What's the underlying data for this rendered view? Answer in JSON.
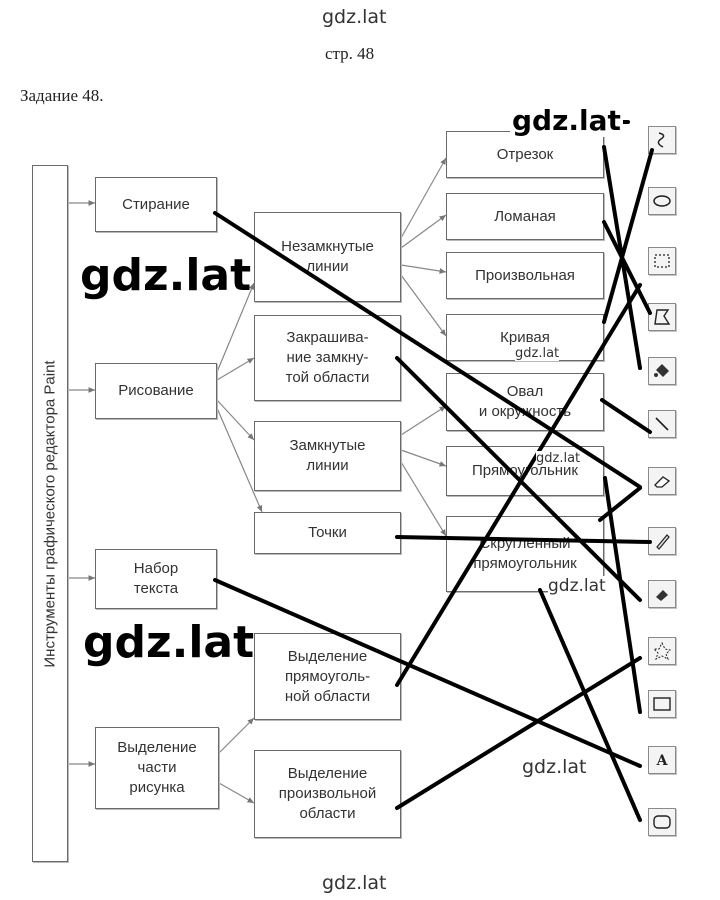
{
  "header": {
    "watermark_top": "gdz.lat",
    "page_label": "стр. 48"
  },
  "task_title": "Задание 48.",
  "diagram": {
    "vertical_label": "Инструменты графического редактора Paint",
    "level1": {
      "erase": "Стирание",
      "draw": "Рисование",
      "text_line1": "Набор",
      "text_line2": "текста",
      "select_line1": "Выделение",
      "select_line2": "части",
      "select_line3": "рисунка"
    },
    "level2": {
      "open_line1": "Незамкнутые",
      "open_line2": "линии",
      "fill_line1": "Закрашива-",
      "fill_line2": "ние замкну-",
      "fill_line3": "той области",
      "closed_line1": "Замкнутые",
      "closed_line2": "линии",
      "points": "Точки",
      "selrect_line1": "Выделение",
      "selrect_line2": "прямоуголь-",
      "selrect_line3": "ной области",
      "selfree_line1": "Выделение",
      "selfree_line2": "произвольной",
      "selfree_line3": "области"
    },
    "level3": {
      "segment": "Отрезок",
      "polyline": "Ломаная",
      "freeform": "Произвольная",
      "curve": "Кривая",
      "ellipse_line1": "Овал",
      "ellipse_line2": "и окружность",
      "rectangle": "Прямоугольник",
      "rounded_line1": "Скругленный",
      "rounded_line2": "прямоугольник"
    },
    "tool_icons": [
      "curve-tool-icon",
      "ellipse-tool-icon",
      "select-rect-tool-icon",
      "freeform-shape-tool-icon",
      "fill-bucket-tool-icon",
      "line-tool-icon",
      "eraser-tool-icon",
      "pencil-tool-icon",
      "brush-tool-icon",
      "free-select-tool-icon",
      "rectangle-tool-icon",
      "text-tool-icon",
      "rounded-rect-tool-icon"
    ]
  },
  "watermarks": {
    "w1": "gdz.lat",
    "w2": "gdz.lat",
    "w3": "gdz.lat",
    "w4": "gdz.lat",
    "w5": "gdz.lat",
    "w6": "gdz.lat",
    "w7": "gdz.lat",
    "w8": "gdz.lat"
  },
  "footer": {
    "watermark_bottom": "gdz.lat"
  }
}
